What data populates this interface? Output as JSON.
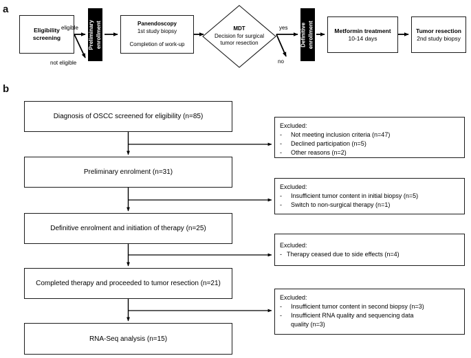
{
  "panels": {
    "a": {
      "label": "a",
      "nodes": {
        "eligibility": {
          "line1": "Eligibility",
          "line2": "screening"
        },
        "preliminary_enrolment": {
          "label": "Preliminary\nenrollment",
          "line1": "Preliminary",
          "line2": "enrollment"
        },
        "panendoscopy": {
          "line1": "Panendoscopy",
          "line2": "1st study biopsy",
          "line3": "Completion  of work-up"
        },
        "mdt": {
          "line1": "MDT",
          "line2": "Decision for surgical",
          "line3": "tumor resection"
        },
        "definitive_enrolment": {
          "line1": "Definitive",
          "line2": "enrollment"
        },
        "metformin": {
          "line1": "Metformin treatment",
          "line2": "10-14 days"
        },
        "tumor_resection": {
          "line1": "Tumor resection",
          "line2": "2nd study biopsy"
        }
      },
      "edge_labels": {
        "eligible": "eligible",
        "not_eligible": "not eligible",
        "yes": "yes",
        "no": "no"
      }
    },
    "b": {
      "label": "b",
      "flow": [
        {
          "id": "screened",
          "text": "Diagnosis of OSCC screened for eligibility (n=85)"
        },
        {
          "id": "preliminary",
          "text": "Preliminary enrolment  (n=31)"
        },
        {
          "id": "definitive",
          "text": "Definitive  enrolment  and initiation of therapy (n=25)"
        },
        {
          "id": "completed",
          "text": "Completed therapy and proceeded to tumor resection (n=21)"
        },
        {
          "id": "rnaseq",
          "text": "RNA-Seq  analysis (n=15)"
        }
      ],
      "excluded": [
        {
          "id": "excluded-1",
          "heading": "Excluded:",
          "items": [
            "Not meeting inclusion criteria (n=47)",
            "Declined participation (n=5)",
            "Other reasons (n=2)"
          ]
        },
        {
          "id": "excluded-2",
          "heading": "Excluded:",
          "items": [
            "Insufficient  tumor content in initial biopsy (n=5)",
            "Switch to non-surgical  therapy (n=1)"
          ]
        },
        {
          "id": "excluded-3",
          "heading": "Excluded:",
          "items": [
            "Therapy  ceased due to side effects (n=4)"
          ]
        },
        {
          "id": "excluded-4",
          "heading": "Excluded:",
          "items": [
            "Insufficient  tumor content in second biopsy (n=3)",
            "Insufficient  RNA quality and sequencing data quality (n=3)"
          ]
        }
      ],
      "bullet_dash": "-"
    }
  },
  "colors": {
    "stroke": "#1a1a1a",
    "fill_black": "#000000",
    "background": "#ffffff",
    "text": "#000000"
  }
}
